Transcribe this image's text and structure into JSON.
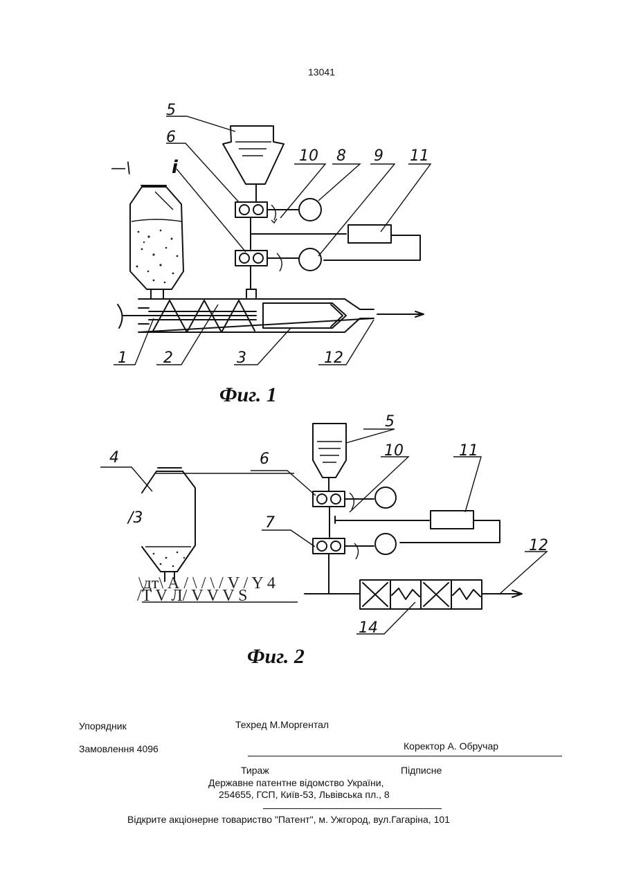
{
  "header": {
    "page_number": "13041"
  },
  "figure1": {
    "caption": "Фиг. 1",
    "labels": {
      "l5": "5",
      "l6": "6",
      "l10": "10",
      "l8": "8",
      "l9": "9",
      "l11": "11",
      "l1": "1",
      "l2": "2",
      "l3": "3",
      "l12": "12",
      "lead_mark": "—\\",
      "lead_i": "i"
    }
  },
  "figure2": {
    "caption": "Фиг. 2",
    "labels": {
      "l5": "5",
      "l4": "4",
      "l6": "6",
      "l10": "10",
      "l11": "11",
      "l7": "7",
      "l12": "12",
      "l14": "14",
      "l13": "/3"
    },
    "ocr_line1": "\\дт\\ А / \\ / \\ / V / Y 4",
    "ocr_line2": "/T V Л/ V V V S"
  },
  "footer": {
    "compiler": "Упорядник",
    "techred": "Техред М.Моргентал",
    "order": "Замовлення 4096",
    "corrector": "Коректор   А. Обручар",
    "circulation": "Тираж",
    "subscription": "Підписне",
    "office": "Державне патентне відомство України,",
    "address": "254655, ГСП, Київ-53, Львівська пл., 8",
    "printer": "Відкрите акціонерне товариство \"Патент\", м. Ужгород, вул.Гагаріна, 101"
  }
}
